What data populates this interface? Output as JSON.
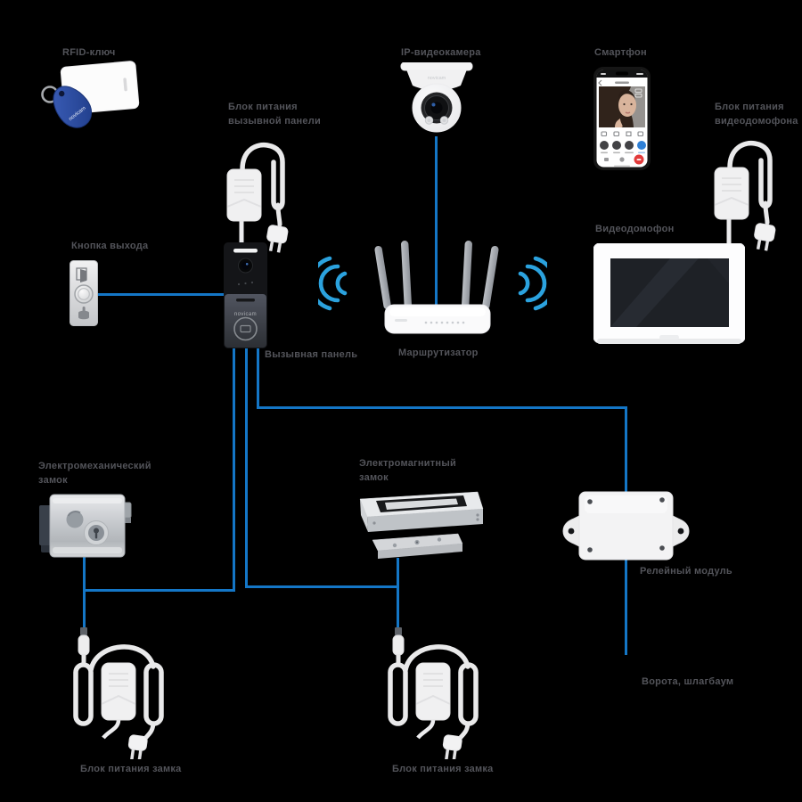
{
  "colors": {
    "background": "#000000",
    "wire_blue": "#1476C6",
    "wifi_blue": "#2BA2DE",
    "label_gray": "#53545A",
    "keyfob_blue": "#2C4DA3",
    "hangup_red": "#E23B3B",
    "action_blue": "#2F80D6"
  },
  "brand": "novicam",
  "nodes": {
    "rfid": "RFID-ключ",
    "ip_camera": "IP-видеокамера",
    "smartphone": "Смартфон",
    "psu_call_panel": [
      "Блок питания",
      "вызывной панели"
    ],
    "psu_monitor": [
      "Блок питания",
      "видеодомофона"
    ],
    "exit_button": "Кнопка выхода",
    "monitor": "Видеодомофон",
    "call_panel": "Вызывная панель",
    "router": "Маршрутизатор",
    "lock_electromechanical": [
      "Электромеханический",
      "замок"
    ],
    "lock_electromagnetic": [
      "Электромагнитный",
      "замок"
    ],
    "relay_module": "Релейный модуль",
    "gate": "Ворота, шлагбаум",
    "psu_lock_left": "Блок питания замка",
    "psu_lock_mid": "Блок питания замка"
  }
}
